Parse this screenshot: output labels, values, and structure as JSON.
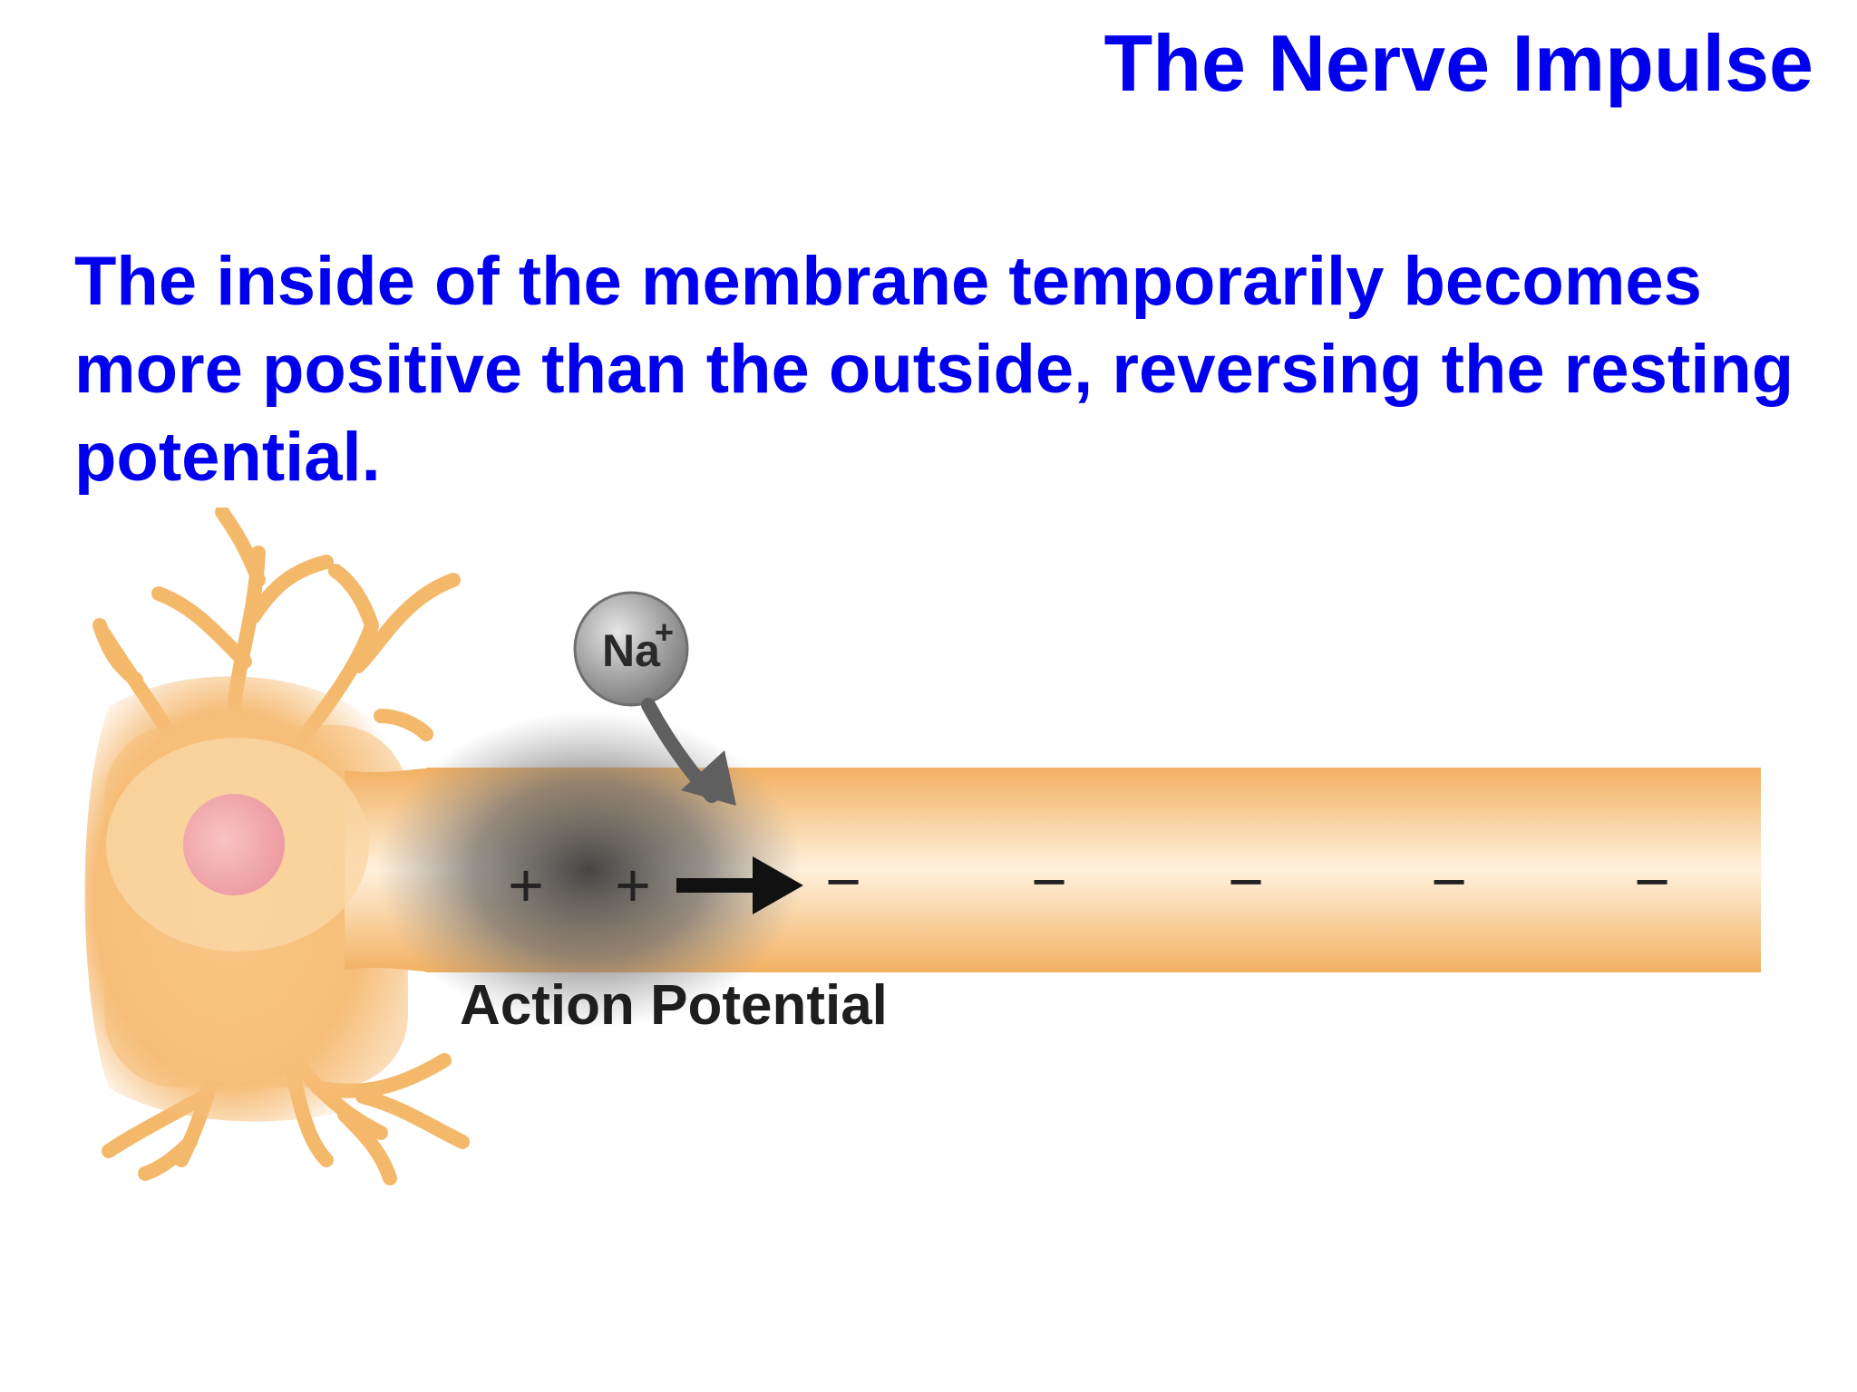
{
  "slide": {
    "title": "The Nerve Impulse",
    "body": "The inside of the membrane temporarily becomes more positive than the outside, reversing the resting potential."
  },
  "diagram": {
    "ion_symbol": "Na",
    "ion_charge": "+",
    "inside_charges_positive": [
      "+",
      "+"
    ],
    "inside_charges_negative": [
      "−",
      "−",
      "−",
      "−",
      "−"
    ],
    "caption": "Action Potential",
    "colors": {
      "axon": "#f4b86a",
      "axon_light": "#fde3bd",
      "soma": "#f6bd78",
      "nucleus": "#f0a0a6",
      "action_potential_shadow": "#4a4a4a",
      "ion_sphere": "#9a9a9a",
      "arrow": "#111111",
      "ion_arrow": "#5f5f5f"
    }
  }
}
